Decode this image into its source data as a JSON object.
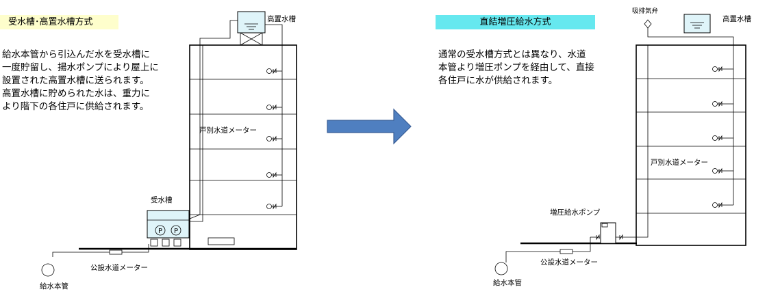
{
  "left": {
    "title": "受水槽･高置水槽方式",
    "description": "給水本管から引込んだ水を受水槽に\n一度貯留し、揚水ポンプにより屋上に\n設置された高置水槽に送られます。\n高置水槽に貯められた水は、重力に\nより階下の各住戸に供給されます。",
    "labels": {
      "elevated_tank": "高置水槽",
      "unit_meter": "戸別水道メーター",
      "receiving_tank": "受水槽",
      "public_meter": "公設水道メーター",
      "main_pipe": "給水本管",
      "pump_symbol": "P"
    }
  },
  "right": {
    "title": "直結増圧給水方式",
    "description": "通常の受水槽方式とは異なり、水道\n本管より増圧ポンプを経由して、直接\n各住戸に水が供給されます。",
    "labels": {
      "air_valve": "吸排気弁",
      "elevated_tank": "高置水槽",
      "unit_meter": "戸別水道メーター",
      "booster_pump": "増圧給水ポンプ",
      "public_meter": "公設水道メーター",
      "main_pipe": "給水本管"
    }
  },
  "colors": {
    "left_title_bg": "#fefecc",
    "right_title_bg": "#66e8ef",
    "arrow_fill": "#4f7fc0",
    "arrow_stroke": "#3b5f97",
    "tank_fill": "#dff4f9"
  }
}
